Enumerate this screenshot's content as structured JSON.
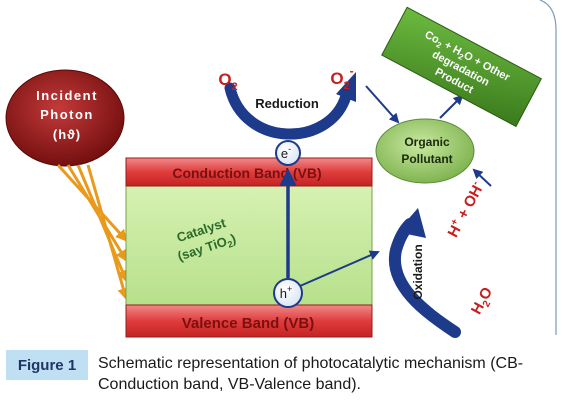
{
  "diagram": {
    "incident_photon": {
      "line1": "Incident",
      "line2": "Photon",
      "line3": "(hϑ)"
    },
    "conduction_band": "Conduction Band (VB)",
    "valence_band": "Valence Band (VB)",
    "catalyst": {
      "line1": "Catalyst",
      "line2_pre": "(say TiO",
      "line2_sub": "2",
      "line2_post": ")"
    },
    "electron": {
      "base": "e",
      "sup": "-"
    },
    "hole": {
      "base": "h",
      "sup": "+"
    },
    "o2_left": {
      "base": "O",
      "sub": "2"
    },
    "o2_right": {
      "base": "O",
      "sub": "2",
      "sup": "-"
    },
    "reduction": "Reduction",
    "oxidation": "Oxidation",
    "organic_pollutant": {
      "line1": "Organic",
      "line2": "Pollutant"
    },
    "products": {
      "line1": {
        "a": "Co",
        "a_sub": "2",
        "b": " + H",
        "b_sub": "2",
        "c": "O + Other"
      },
      "line2": "degradation",
      "line3": "Product"
    },
    "h_oh": {
      "h": "H",
      "h_sup": "+",
      "plus": " + OH",
      "oh_sup": "-"
    },
    "h2o": {
      "base": "H",
      "sub": "2",
      "tail": "O"
    }
  },
  "caption": {
    "label": "Figure 1",
    "text": "Schematic representation of photocatalytic mechanism (CB-Conduction band, VB-Valence band)."
  },
  "colors": {
    "conduction_band": "#e03c3c",
    "valence_band": "#e03c3c",
    "catalyst_fill": "#c8eaa0",
    "photon_ellipse": "#8a1414",
    "photon_rays": "#e8a020",
    "arrow_blue": "#1e3a8a",
    "products_box": "#4a9a2a",
    "pollutant_ellipse": "#9ac86a",
    "red_text": "#c81e1e",
    "caption_label_bg": "#bfe0f2"
  }
}
